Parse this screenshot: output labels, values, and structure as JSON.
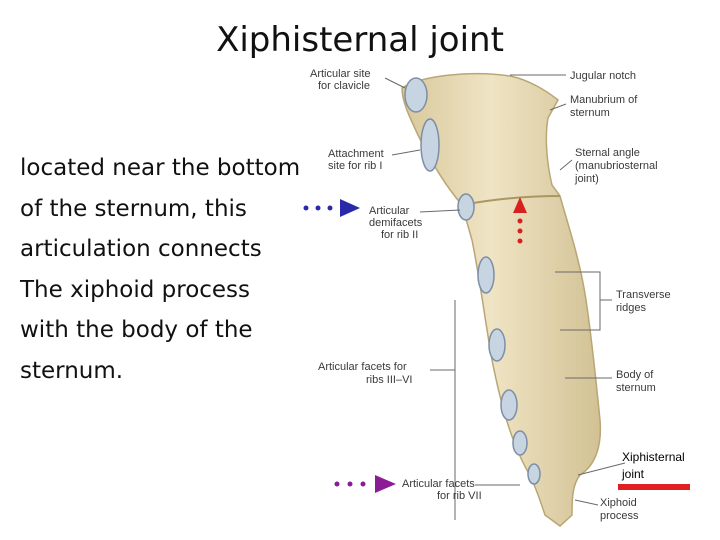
{
  "title": "Xiphisternal joint",
  "description_lines": [
    "located near the bottom",
    "of the sternum, this",
    "articulation connects",
    "The xiphoid process",
    "with the body of the",
    "sternum."
  ],
  "labels": {
    "articular_site_clavicle": [
      "Articular site",
      "for clavicle"
    ],
    "jugular_notch": [
      "Jugular notch"
    ],
    "manubrium": [
      "Manubrium of",
      "sternum"
    ],
    "attachment_rib1": [
      "Attachment",
      "site for rib I"
    ],
    "sternal_angle": [
      "Sternal angle",
      "(manubriosternal",
      "joint)"
    ],
    "demifacets_rib2": [
      "Articular",
      "demifacets",
      "for rib II"
    ],
    "transverse_ridges": [
      "Transverse",
      "ridges"
    ],
    "facets_ribs_3_6": [
      "Articular facets for",
      "ribs III–VI"
    ],
    "body_sternum": [
      "Body of",
      "sternum"
    ],
    "xiphisternal_joint": [
      "Xiphisternal",
      "joint"
    ],
    "facets_rib7": [
      "Articular facets",
      "for rib VII"
    ],
    "xiphoid_process": [
      "Xiphoid",
      "process"
    ]
  },
  "colors": {
    "bone": "#e9dcb8",
    "bone_shadow": "#cdbd8f",
    "cartilage": "#c7d4e2",
    "blue_arrow": "#2a2aa8",
    "purple_arrow": "#8b1c95",
    "red_marker": "#d82020"
  }
}
